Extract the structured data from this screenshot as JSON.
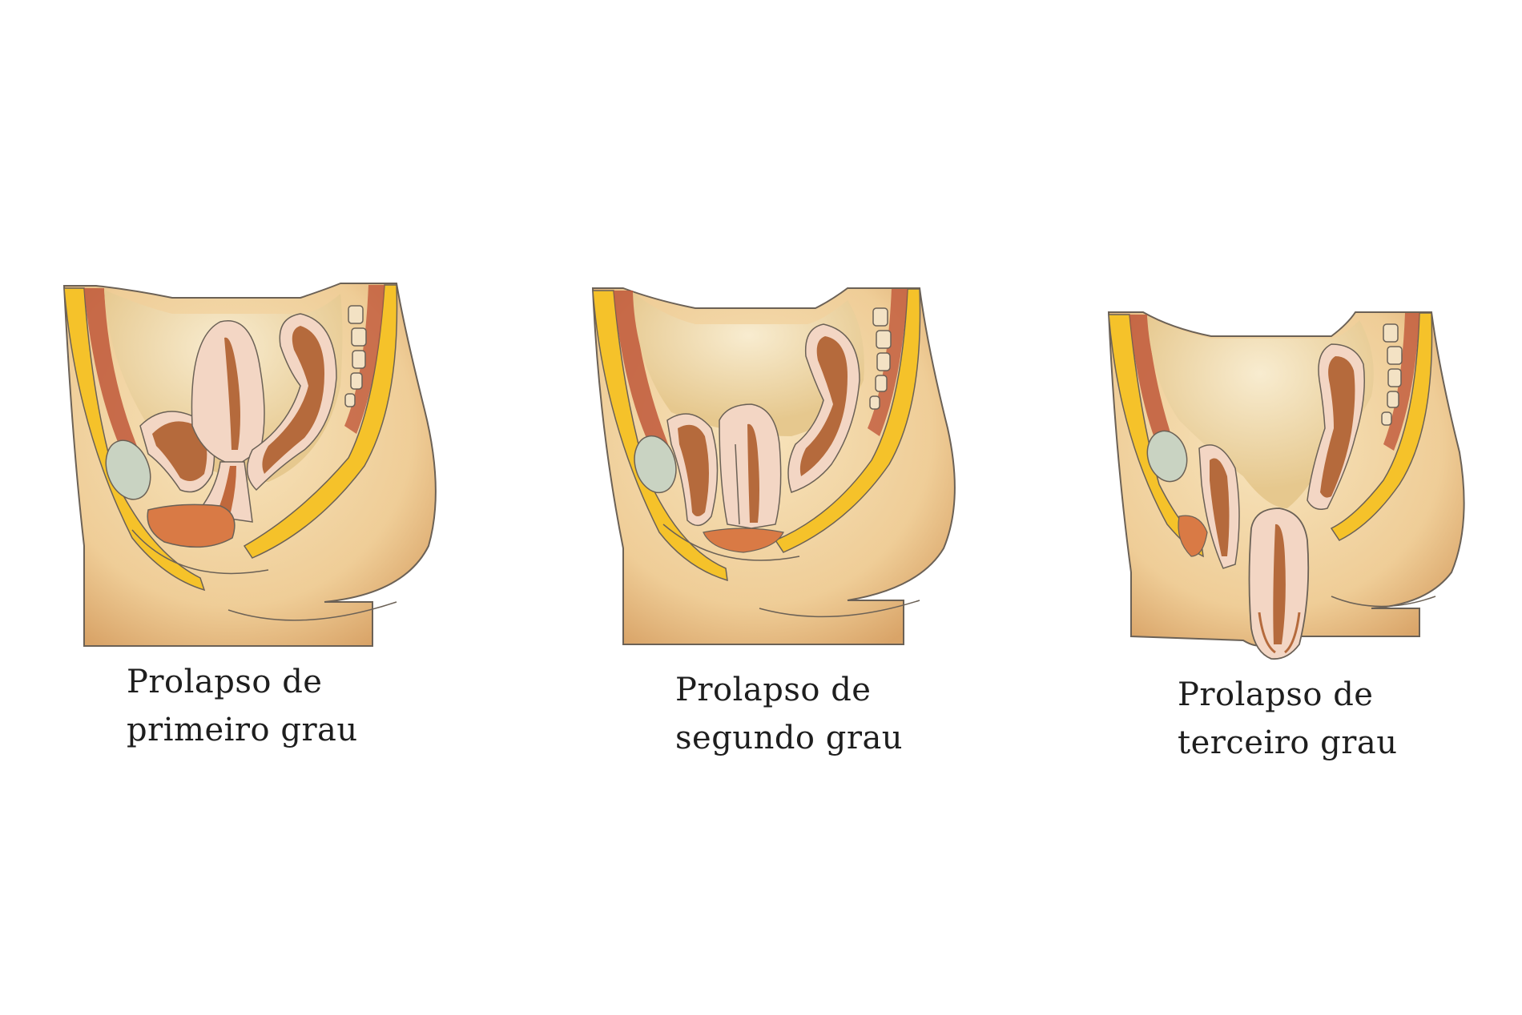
{
  "figure": {
    "background": "#ffffff",
    "colors": {
      "skin": "#f0d09a",
      "skin_shadow": "#d9a86a",
      "outline": "#6b6156",
      "fat": "#f5c22a",
      "muscle": "#c0583a",
      "organ_wall": "#f3d6c4",
      "organ_lumen": "#b56a3c",
      "bladder_fill": "#c9d3c2",
      "cavity": "#f1dcae"
    },
    "panels": [
      {
        "id": "first-degree",
        "caption_line1": "Prolapso de",
        "caption_line2": "primeiro grau"
      },
      {
        "id": "second-degree",
        "caption_line1": "Prolapso de",
        "caption_line2": "segundo grau"
      },
      {
        "id": "third-degree",
        "caption_line1": "Prolapso de",
        "caption_line2": "terceiro grau"
      }
    ]
  }
}
